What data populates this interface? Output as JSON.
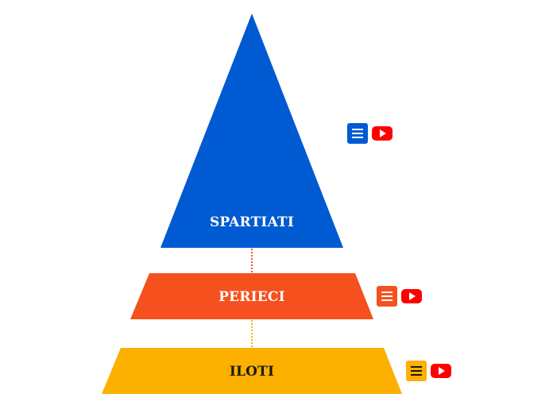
{
  "pyramid": {
    "tiers": [
      {
        "label": "SPARTIATI",
        "color": "#005ad2",
        "text_color": "#ffffff",
        "menu_color": "#005ad2"
      },
      {
        "label": "PERIECI",
        "color": "#f5501e",
        "text_color": "#ffffff",
        "menu_color": "#f5501e"
      },
      {
        "label": "ILOTI",
        "color": "#fcb000",
        "text_color": "#1a1a1a",
        "menu_color": "#fcb000"
      }
    ],
    "connector_colors": [
      "#f5501e",
      "#fcb000"
    ],
    "icons": {
      "menu": "menu-icon",
      "video": "youtube-icon"
    },
    "video_button_color": "#ff0000"
  }
}
